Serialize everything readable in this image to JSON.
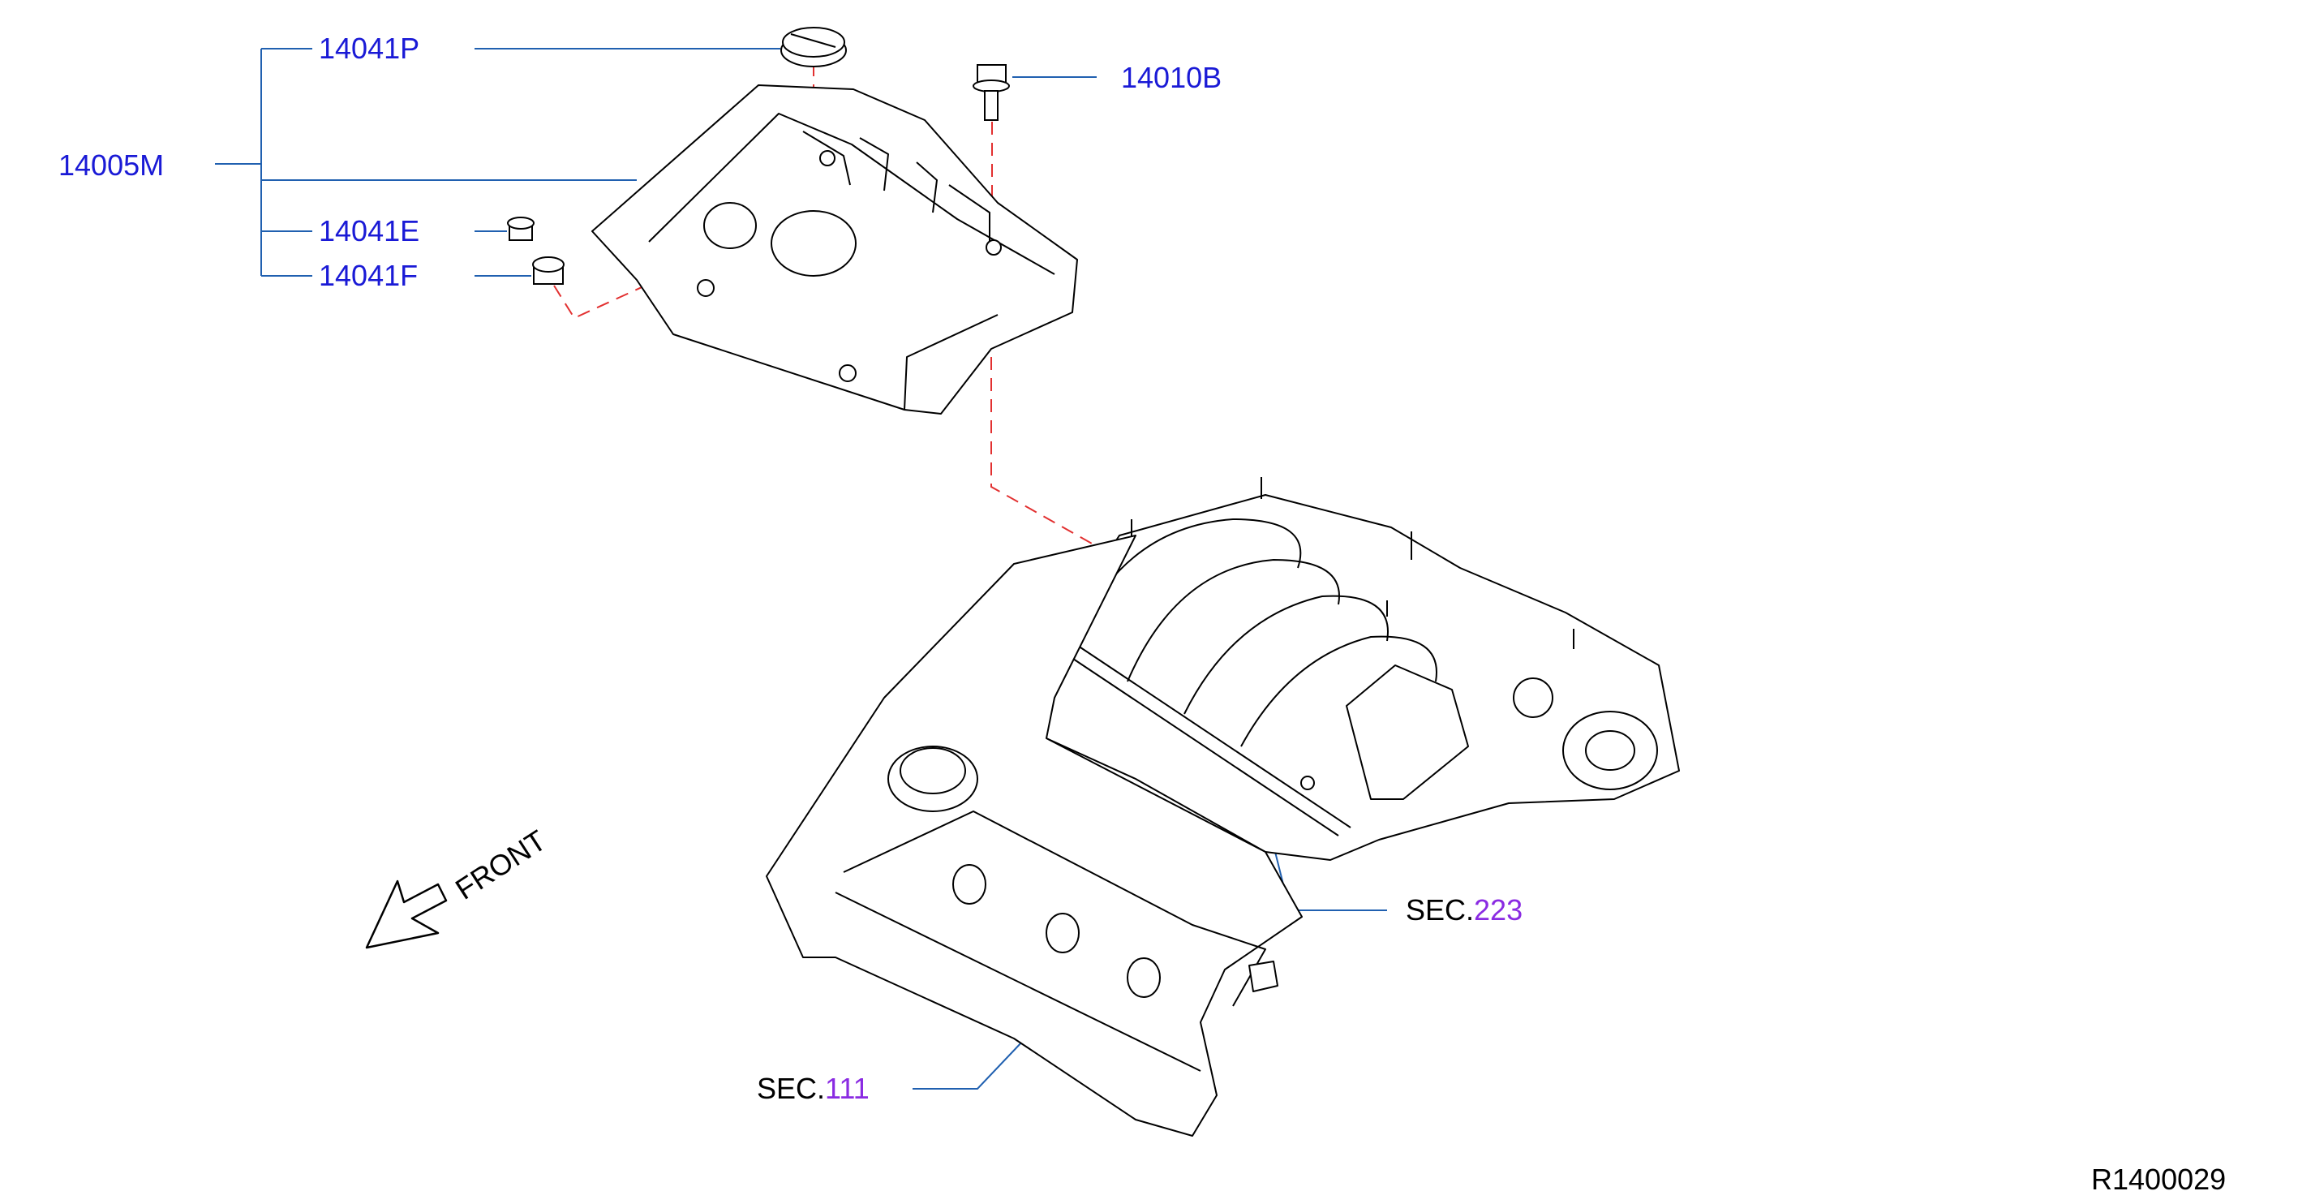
{
  "colors": {
    "part_number": "#1a1ad6",
    "section_prefix": "#000000",
    "section_number": "#8a2be2",
    "leader": "#2060b0",
    "dashed_guide": "#e23030",
    "outline": "#000000"
  },
  "callouts": {
    "cover_assembly": "14005M",
    "oil_cap_ornament": "14041P",
    "bolt": "14010B",
    "grommet_e": "14041E",
    "grommet_f": "14041F"
  },
  "sections": {
    "intake_manifold": {
      "prefix": "SEC.",
      "number": "223"
    },
    "rocker_cover": {
      "prefix": "SEC.",
      "number": "111"
    }
  },
  "direction_label": "FRONT",
  "diagram_code": "R1400029"
}
